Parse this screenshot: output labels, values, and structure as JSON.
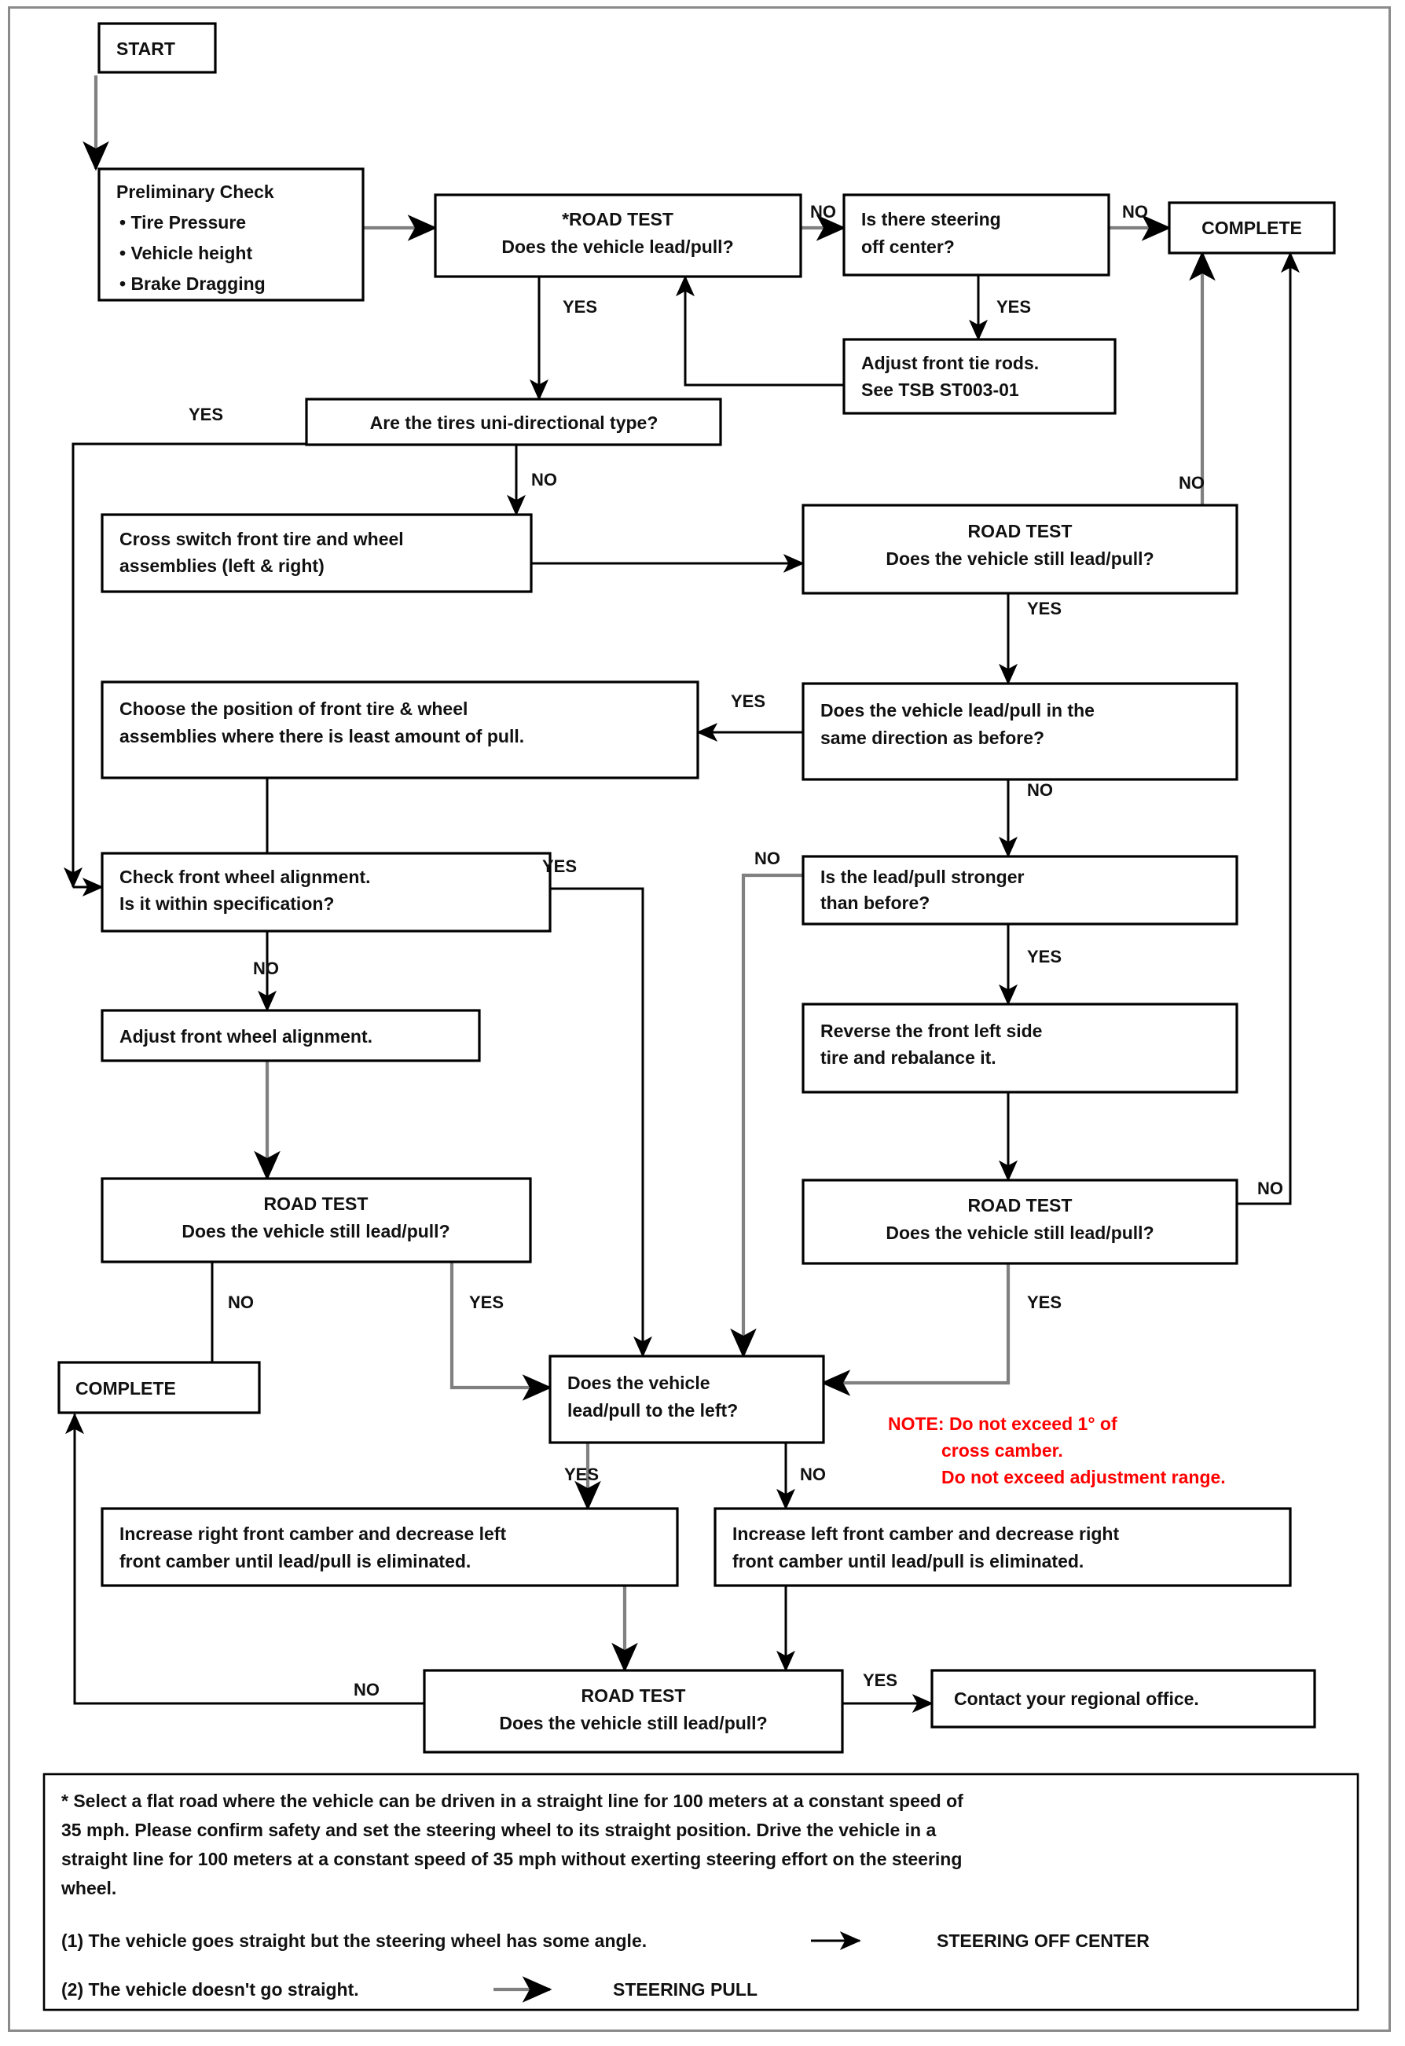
{
  "diagram": {
    "title": "Steering Lead / Pull Diagnostic Flowchart",
    "colors": {
      "note_red": "#ff0000",
      "frame_grey": "#8a8a8a",
      "line_dark": "#000000",
      "line_grey": "#808080"
    },
    "nodes": {
      "start": "START",
      "preliminary_title": "Preliminary Check",
      "preliminary_item1": "• Tire Pressure",
      "preliminary_item2": "• Vehicle height",
      "preliminary_item3": "• Brake Dragging",
      "road_test_1_l1": "*ROAD TEST",
      "road_test_1_l2": "Does the vehicle lead/pull?",
      "steering_off_center_l1": "Is there steering",
      "steering_off_center_l2": "off center?",
      "complete_top": "COMPLETE",
      "adjust_tie_rods_l1": "Adjust front tie rods.",
      "adjust_tie_rods_l2": "See TSB ST003-01",
      "uni_directional": "Are the tires uni-directional type?",
      "cross_switch_l1": "Cross switch front tire and wheel",
      "cross_switch_l2": "assemblies (left & right)",
      "road_test_2_l1": "ROAD TEST",
      "road_test_2_l2": "Does the vehicle still lead/pull?",
      "choose_position_l1": "Choose the position of front tire & wheel",
      "choose_position_l2": "assemblies where there is least amount of pull.",
      "same_direction_l1": "Does the vehicle lead/pull in the",
      "same_direction_l2": "same direction as before?",
      "check_alignment_l1": "Check front wheel alignment.",
      "check_alignment_l2": "Is it within specification?",
      "stronger_l1": "Is the lead/pull stronger",
      "stronger_l2": "than before?",
      "adjust_alignment": "Adjust front wheel alignment.",
      "reverse_tire_l1": "Reverse the front left side",
      "reverse_tire_l2": "tire and rebalance it.",
      "road_test_3_l1": "ROAD TEST",
      "road_test_3_l2": "Does the vehicle still lead/pull?",
      "road_test_4_l1": "ROAD TEST",
      "road_test_4_l2": "Does the vehicle still lead/pull?",
      "complete_bottom": "COMPLETE",
      "pull_left_l1": "Does the vehicle",
      "pull_left_l2": "lead/pull to the left?",
      "camber_right_l1": "Increase right front camber and decrease left",
      "camber_right_l2": "front camber until lead/pull is eliminated.",
      "camber_left_l1": "Increase left front camber and decrease right",
      "camber_left_l2": "front camber until lead/pull is eliminated.",
      "road_test_5_l1": "ROAD TEST",
      "road_test_5_l2": "Does the vehicle still lead/pull?",
      "regional_office": "Contact your regional office."
    },
    "note": {
      "line1": "NOTE: Do not exceed 1° of",
      "line2": "cross camber.",
      "line3": "Do not exceed adjustment range."
    },
    "edge_labels": {
      "yes": "YES",
      "no": "NO"
    },
    "footnote": {
      "para_line1": "* Select a flat road where the vehicle can be driven in a straight line for 100 meters at a constant speed of",
      "para_line2": "35 mph. Please confirm safety and set the steering wheel to its straight position. Drive the vehicle in a",
      "para_line3": "straight line for 100 meters at a constant speed of 35 mph without exerting steering effort on the steering",
      "para_line4": "wheel.",
      "item1_text": "(1) The vehicle goes straight but the steering wheel has some angle.",
      "item1_result": "STEERING OFF CENTER",
      "item2_text": "(2) The vehicle doesn't go straight.",
      "item2_result": "STEERING PULL"
    }
  }
}
